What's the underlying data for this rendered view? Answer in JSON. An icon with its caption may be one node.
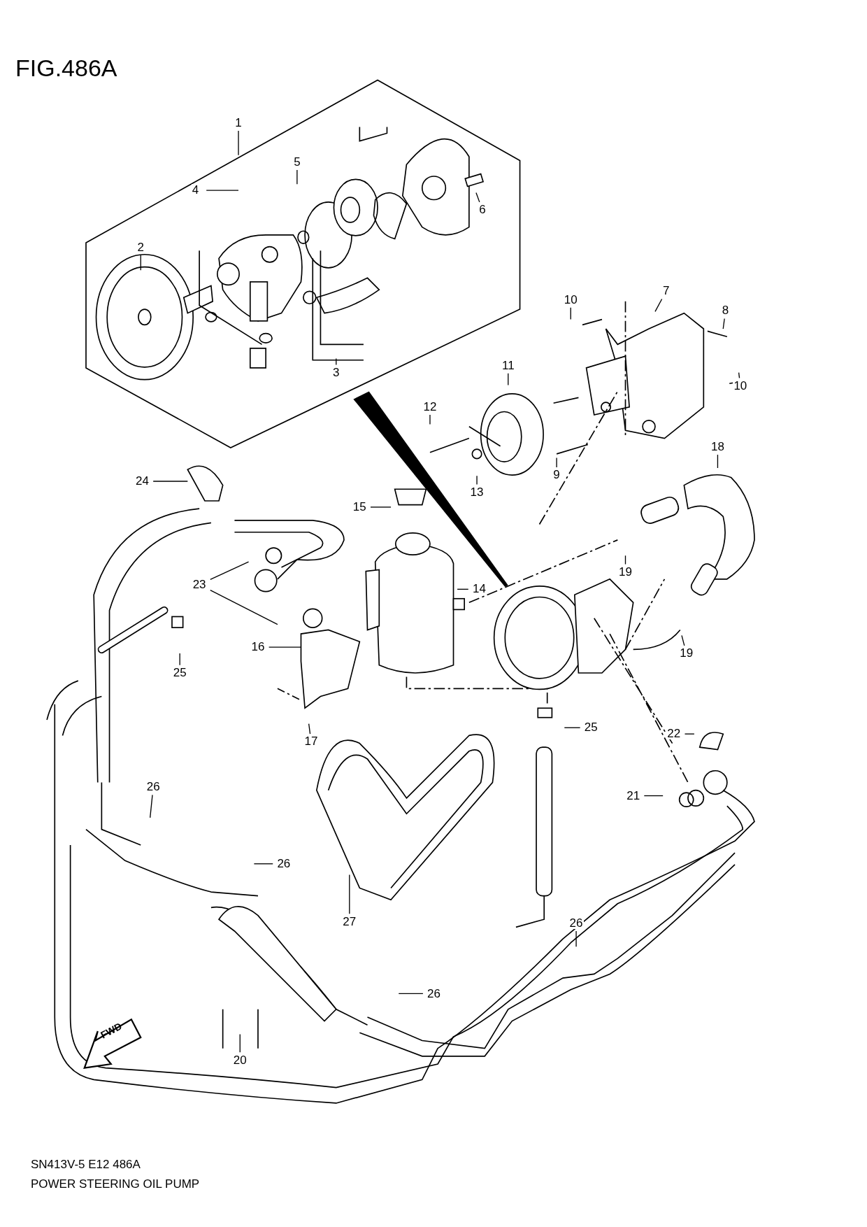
{
  "diagram": {
    "title": "FIG.486A",
    "caption": "POWER STEERING OIL PUMP",
    "nodes": [
      {
        "text": [
          "1"
        ]
      },
      {
        "text": [
          "4"
        ]
      },
      {
        "text": [
          "5"
        ]
      },
      {
        "text": [
          "6"
        ]
      },
      {
        "text": [
          "2"
        ]
      },
      {
        "text": [
          "3"
        ]
      },
      {
        "text": [
          "10"
        ]
      },
      {
        "text": [
          "7"
        ]
      },
      {
        "text": [
          "8"
        ]
      },
      {
        "text": [
          "11"
        ]
      },
      {
        "text": [
          "10"
        ]
      },
      {
        "text": [
          "12"
        ]
      },
      {
        "text": [
          "9"
        ]
      },
      {
        "text": [
          "13"
        ]
      },
      {
        "text": [
          "18"
        ]
      },
      {
        "text": [
          "24"
        ]
      },
      {
        "text": [
          "15"
        ]
      },
      {
        "text": [
          "19"
        ]
      },
      {
        "text": [
          "23"
        ]
      },
      {
        "text": [
          "14"
        ]
      },
      {
        "text": [
          "16"
        ]
      },
      {
        "text": [
          "25"
        ]
      },
      {
        "text": [
          "19"
        ]
      },
      {
        "text": [
          "17"
        ]
      },
      {
        "text": [
          "25"
        ]
      },
      {
        "text": [
          "22"
        ]
      },
      {
        "text": [
          "26"
        ]
      },
      {
        "text": [
          "21"
        ]
      },
      {
        "text": [
          "26"
        ]
      },
      {
        "text": [
          "27"
        ]
      },
      {
        "text": [
          "26"
        ]
      },
      {
        "text": [
          "26"
        ]
      },
      {
        "text": [
          "20"
        ]
      }
    ],
    "edges": [
      {
        "from": 0,
        "to": null,
        "arrow": "none"
      },
      {
        "from": 1,
        "to": null,
        "arrow": "none"
      },
      {
        "from": 2,
        "to": null,
        "arrow": "none"
      },
      {
        "from": 3,
        "to": null,
        "arrow": "none"
      },
      {
        "from": 4,
        "to": null,
        "arrow": "none"
      },
      {
        "from": 5,
        "to": null,
        "arrow": "none"
      },
      {
        "from": 6,
        "to": null,
        "arrow": "none"
      },
      {
        "from": 7,
        "to": null,
        "arrow": "none"
      },
      {
        "from": 8,
        "to": null,
        "arrow": "none"
      },
      {
        "from": 9,
        "to": null,
        "arrow": "none"
      },
      {
        "from": 10,
        "to": null,
        "arrow": "none"
      },
      {
        "from": 11,
        "to": null,
        "arrow": "none"
      },
      {
        "from": 12,
        "to": null,
        "arrow": "none"
      },
      {
        "from": 13,
        "to": null,
        "arrow": "none"
      },
      {
        "from": 14,
        "to": null,
        "arrow": "none"
      },
      {
        "from": 15,
        "to": null,
        "arrow": "none"
      },
      {
        "from": 16,
        "to": null,
        "arrow": "none"
      },
      {
        "from": 17,
        "to": null,
        "arrow": "none"
      },
      {
        "from": 18,
        "to": null,
        "arrow": "none"
      },
      {
        "from": 18,
        "to": null,
        "arrow": "none"
      },
      {
        "from": 19,
        "to": null,
        "arrow": "none"
      },
      {
        "from": 20,
        "to": null,
        "arrow": "none"
      },
      {
        "from": 21,
        "to": null,
        "arrow": "none"
      },
      {
        "from": 22,
        "to": null,
        "arrow": "none"
      },
      {
        "from": 23,
        "to": null,
        "arrow": "none"
      },
      {
        "from": 24,
        "to": null,
        "arrow": "none"
      },
      {
        "from": 25,
        "to": null,
        "arrow": "none"
      },
      {
        "from": 26,
        "to": null,
        "arrow": "none"
      },
      {
        "from": 27,
        "to": null,
        "arrow": "none"
      },
      {
        "from": 28,
        "to": null,
        "arrow": "none"
      },
      {
        "from": 29,
        "to": null,
        "arrow": "none"
      },
      {
        "from": 30,
        "to": null,
        "arrow": "none"
      },
      {
        "from": 31,
        "to": null,
        "arrow": "none"
      },
      {
        "from": 32,
        "to": null,
        "arrow": "none"
      }
    ],
    "labels": [
      "FWD",
      "SN413V-5 E12 486A"
    ]
  }
}
